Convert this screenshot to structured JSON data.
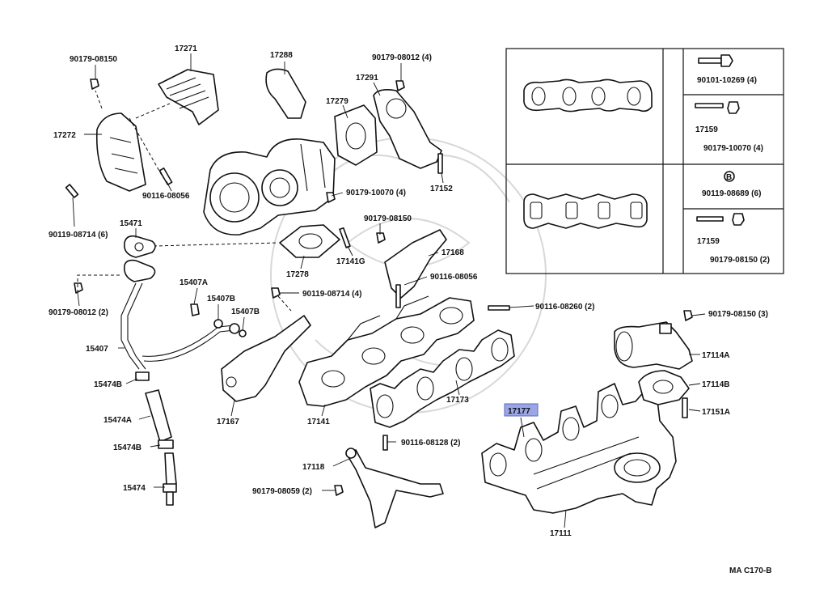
{
  "diagram": {
    "code": "MA C170-B",
    "highlighted_part": "17177",
    "callouts": [
      {
        "id": "c-90179-08150-a",
        "text": "90179-08150"
      },
      {
        "id": "c-17271",
        "text": "17271"
      },
      {
        "id": "c-17288",
        "text": "17288"
      },
      {
        "id": "c-90179-08012-4",
        "text": "90179-08012 (4)"
      },
      {
        "id": "c-17291",
        "text": "17291"
      },
      {
        "id": "c-17279",
        "text": "17279"
      },
      {
        "id": "c-17272",
        "text": "17272"
      },
      {
        "id": "c-90116-08056-a",
        "text": "90116-08056"
      },
      {
        "id": "c-90179-10070-4",
        "text": "90179-10070 (4)"
      },
      {
        "id": "c-17152",
        "text": "17152"
      },
      {
        "id": "c-90119-08714-6",
        "text": "90119-08714 (6)"
      },
      {
        "id": "c-15471",
        "text": "15471"
      },
      {
        "id": "c-90179-08150-b",
        "text": "90179-08150"
      },
      {
        "id": "c-17278",
        "text": "17278"
      },
      {
        "id": "c-17141G",
        "text": "17141G"
      },
      {
        "id": "c-17168",
        "text": "17168"
      },
      {
        "id": "c-90116-08056-b",
        "text": "90116-08056"
      },
      {
        "id": "c-15407A",
        "text": "15407A"
      },
      {
        "id": "c-90119-08714-4",
        "text": "90119-08714 (4)"
      },
      {
        "id": "c-15407B-a",
        "text": "15407B"
      },
      {
        "id": "c-15407B-b",
        "text": "15407B"
      },
      {
        "id": "c-90179-08012-2",
        "text": "90179-08012 (2)"
      },
      {
        "id": "c-90116-08260-2",
        "text": "90116-08260 (2)"
      },
      {
        "id": "c-90179-08150-3",
        "text": "90179-08150 (3)"
      },
      {
        "id": "c-15407",
        "text": "15407"
      },
      {
        "id": "c-17114A",
        "text": "17114A"
      },
      {
        "id": "c-15474B-a",
        "text": "15474B"
      },
      {
        "id": "c-17114B",
        "text": "17114B"
      },
      {
        "id": "c-17173",
        "text": "17173"
      },
      {
        "id": "c-17151A",
        "text": "17151A"
      },
      {
        "id": "c-15474A",
        "text": "15474A"
      },
      {
        "id": "c-17167",
        "text": "17167"
      },
      {
        "id": "c-17141",
        "text": "17141"
      },
      {
        "id": "c-90116-08128-2",
        "text": "90116-08128 (2)"
      },
      {
        "id": "c-15474B-b",
        "text": "15474B"
      },
      {
        "id": "c-17118",
        "text": "17118"
      },
      {
        "id": "c-15474",
        "text": "15474"
      },
      {
        "id": "c-90179-08059-2",
        "text": "90179-08059 (2)"
      },
      {
        "id": "c-17111",
        "text": "17111"
      }
    ],
    "inset": {
      "top_right": [
        {
          "id": "i-90101-10269-4",
          "text": "90101-10269 (4)"
        },
        {
          "id": "i-17159-a",
          "text": "17159"
        },
        {
          "id": "i-90179-10070-4",
          "text": "90179-10070 (4)"
        }
      ],
      "bottom_right": [
        {
          "id": "i-B",
          "text": "B"
        },
        {
          "id": "i-90119-08689-6",
          "text": "90119-08689 (6)"
        },
        {
          "id": "i-17159-b",
          "text": "17159"
        },
        {
          "id": "i-90179-08150-2",
          "text": "90179-08150 (2)"
        }
      ]
    }
  }
}
